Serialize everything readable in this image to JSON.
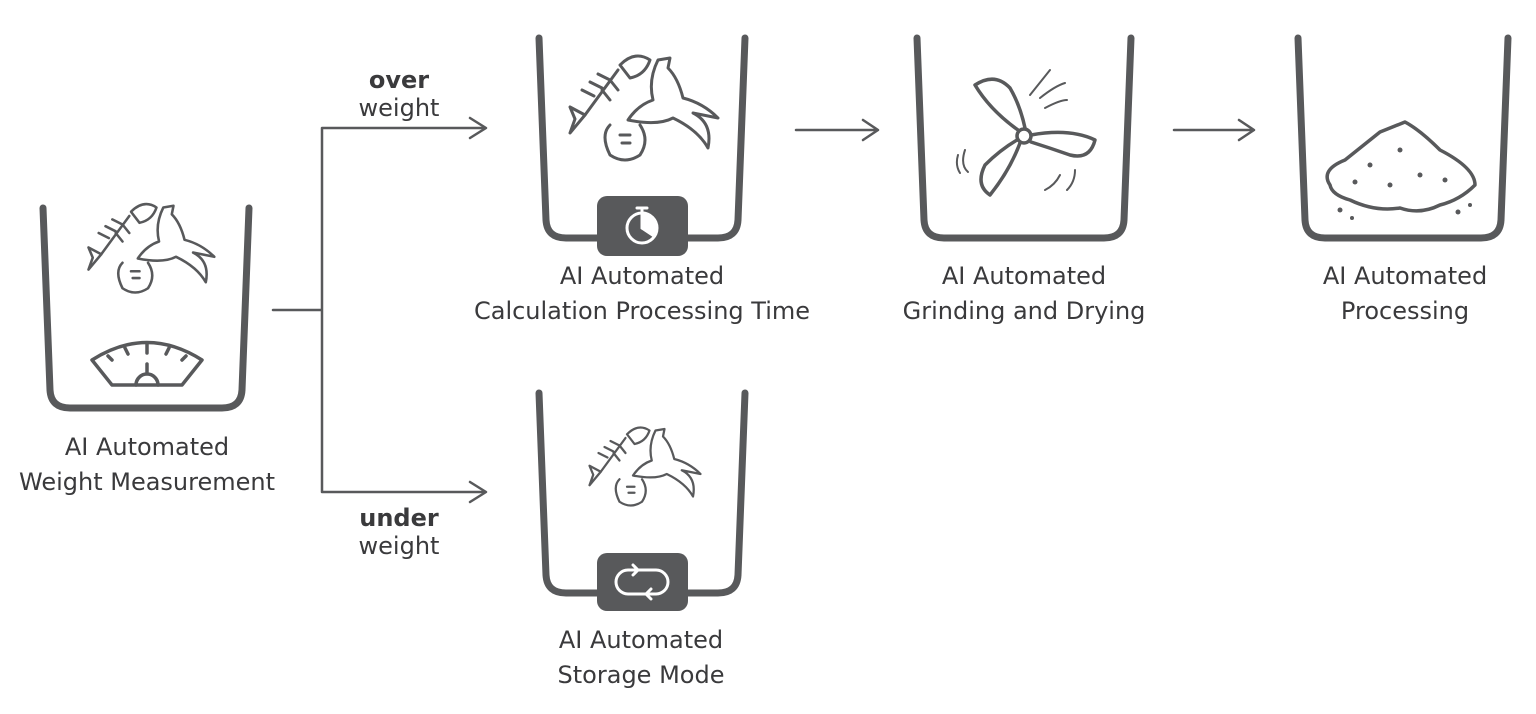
{
  "colors": {
    "stroke": "#58595b",
    "text": "#3a3a3c"
  },
  "steps": {
    "weight": {
      "line1": "AI Automated",
      "line2": "Weight Measurement",
      "icon": "scale-icon"
    },
    "calc": {
      "line1": "AI Automated",
      "line2": "Calculation Processing Time",
      "icon": "stopwatch-icon"
    },
    "grind": {
      "line1": "AI Automated",
      "line2": "Grinding and Drying",
      "icon": "blade-icon"
    },
    "process": {
      "line1": "AI Automated",
      "line2": "Processing",
      "icon": "powder-pile-icon"
    },
    "storage": {
      "line1": "AI Automated",
      "line2": "Storage Mode",
      "icon": "cycle-icon"
    }
  },
  "branches": {
    "over": {
      "bold": "over",
      "text": "weight"
    },
    "under": {
      "bold": "under",
      "text": "weight"
    }
  }
}
